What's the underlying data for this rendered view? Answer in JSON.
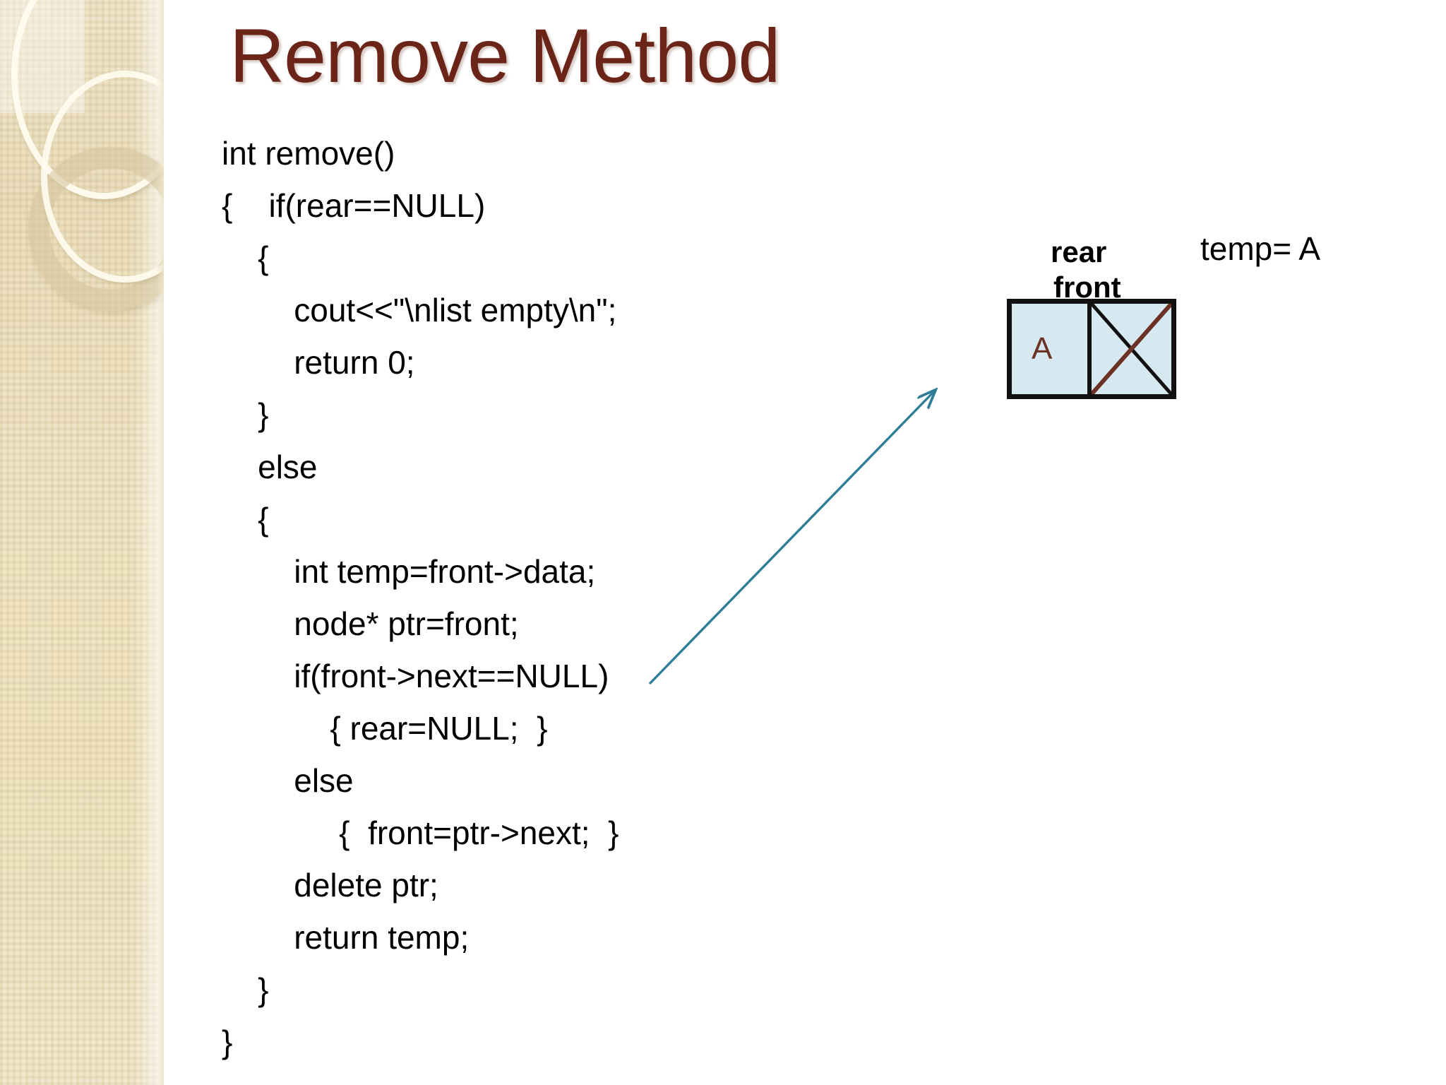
{
  "slide": {
    "title": "Remove Method",
    "title_color": "#6B2518",
    "background_color": "#FFFFFF"
  },
  "code": {
    "lines": [
      "int remove()",
      "{    if(rear==NULL)",
      "    {",
      "        cout<<\"\\nlist empty\\n\";",
      "        return 0;",
      "    }",
      "    else",
      "    {",
      "        int temp=front->data;",
      "        node* ptr=front;",
      "        if(front->next==NULL)",
      "            { rear=NULL;  }",
      "        else",
      "             {  front=ptr->next;  }",
      "        delete ptr;",
      "        return temp;",
      "    }",
      "}"
    ]
  },
  "diagram": {
    "label_rear": "rear",
    "label_front": "front",
    "label_temp": "temp= A",
    "node_data": "A",
    "node_fill_color": "#D6E9F1",
    "node_border_color": "#111111",
    "node_data_color": "#6B3225",
    "cross_black_color": "#111111",
    "cross_brown_color": "#6B3225",
    "arrow_color": "#2E7E98"
  }
}
